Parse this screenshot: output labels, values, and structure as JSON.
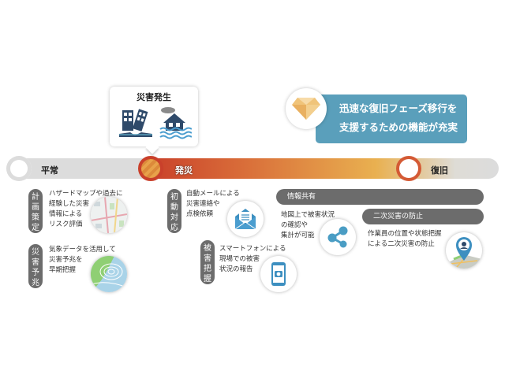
{
  "callout": {
    "title": "災害発生",
    "icons": [
      "collapsed-building-icon",
      "flooded-house-icon"
    ]
  },
  "feature": {
    "line1": "迅速な復旧フェーズ移行を",
    "line2": "支援するための機能が充実",
    "icon": "gem-icon",
    "color": "#5a9fbb"
  },
  "timeline": {
    "phases": [
      {
        "label": "平常"
      },
      {
        "label": "発災"
      },
      {
        "label": "復旧"
      }
    ],
    "colors": {
      "track": "#dcdcdc",
      "disaster": "#c9412a",
      "mid": "#e9b050"
    }
  },
  "features": [
    {
      "tag": "計画策定",
      "lines": [
        "ハザードマップや過去に",
        "経験した災害",
        "情報による",
        "リスク評価"
      ],
      "icon": "map-icon"
    },
    {
      "tag": "災害予兆",
      "lines": [
        "気象データを活用して",
        "災害予兆を",
        "早期把握"
      ],
      "icon": "weather-map-icon"
    },
    {
      "tag": "初動対応",
      "lines": [
        "自動メールによる",
        "災害連絡や",
        "点検依頼"
      ],
      "icon": "mail-icon"
    },
    {
      "tag": "被害把握",
      "lines": [
        "スマートフォンによる",
        "現場での被害",
        "状況の報告"
      ],
      "icon": "smartphone-camera-icon"
    },
    {
      "tag": "情報共有",
      "lines": [
        "地図上で被害状況",
        "の確認や",
        "集計が可能"
      ],
      "icon": "share-icon"
    },
    {
      "tag": "二次災害の防止",
      "lines": [
        "作業員の位置や状態把握",
        "による二次災害の防止"
      ],
      "icon": "location-pin-worker-icon"
    }
  ]
}
